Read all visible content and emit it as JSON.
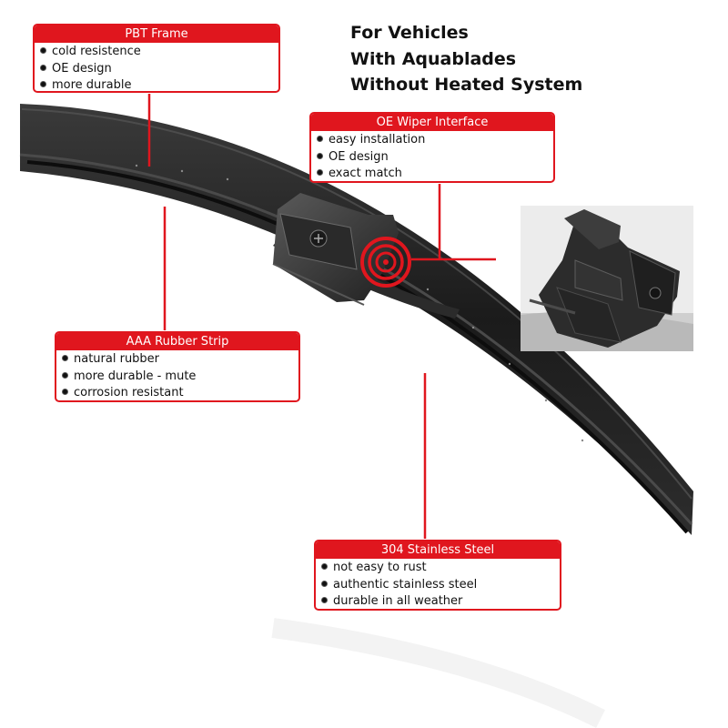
{
  "heading": {
    "lines": [
      "For Vehicles",
      "With Aquablades",
      "Without Heated System"
    ]
  },
  "callouts": {
    "pbt_frame": {
      "title": "PBT Frame",
      "features": [
        "cold resistence",
        "OE design",
        "more durable"
      ]
    },
    "oe_interface": {
      "title": "OE Wiper Interface",
      "features": [
        "easy installation",
        "OE design",
        "exact match"
      ]
    },
    "rubber_strip": {
      "title": "AAA Rubber Strip",
      "features": [
        "natural rubber",
        "more durable - mute",
        "corrosion resistant"
      ]
    },
    "stainless_steel": {
      "title": "304 Stainless Steel",
      "features": [
        "not easy to rust",
        "authentic stainless steel",
        "durable in all weather"
      ]
    }
  },
  "colors": {
    "accent_red": "#e0161e",
    "blade_black": "#1c1c1c",
    "background": "#ffffff"
  },
  "icons": {
    "target": "target-icon",
    "bullet": "bullet-icon"
  }
}
